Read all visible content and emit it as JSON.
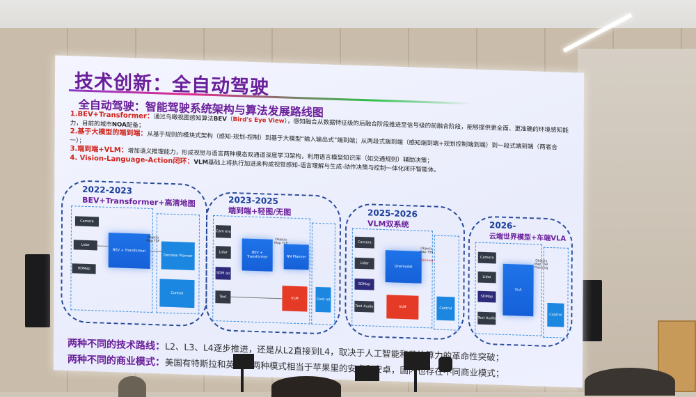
{
  "slide": {
    "title": "技术创新：全自动驾驶",
    "subtitle": "全自动驾驶：智能驾驶系统架构与算法发展路线图",
    "items": [
      {
        "label": "1.BEV+Transformer：",
        "text_a": "通过鸟瞰视图感知算法",
        "bold": "BEV",
        "paren_open": "（",
        "bev_full": "Bird's Eye View",
        "text_b": "），感知融合从数据特征级的后融合阶段推进至信号级的前融合阶段，能够提供更全面、更准确的环境感知能力，目前的城市",
        "noa": "NOA",
        "text_c": "配备；"
      },
      {
        "label": "2.基于大模型的端到端：",
        "text": "从基于规则的模块式架构（感知-规划-控制）到基于大模型“输入输出式”端到端；从两段式端到端（感知端到端+规划控制端到端）到一段式端到端（两者合一）；"
      },
      {
        "label": "3.端到端+VLM：",
        "text": "增加语义推理能力，形成视觉与语言两种模态双通道深度学习架构，利用语言模型知识库（如交通规则）辅助决策；"
      },
      {
        "label": "4. Vision-Language-Action闭环：",
        "bold": "VLM",
        "text": "基础上将执行加进来构成视觉感知-语言理解与生成-动作决策与控制一体化闭环智能体。"
      }
    ],
    "panels": [
      {
        "years": "2022-2023",
        "name": "BEV+Transformer+高清地图",
        "inputs": [
          "Camera",
          "Lidar",
          "HDMap"
        ],
        "core": "BEV + Transformer",
        "outputs": "Objects Map TSF",
        "planner": "Decision Planner",
        "control": "Control"
      },
      {
        "years": "2023-2025",
        "name": "端到端+轻图/无图",
        "inputs": [
          "Cam era",
          "Lidar",
          "SDM ap",
          "Text"
        ],
        "core": "BEV + Transformer",
        "outputs": "Objects Map TLR",
        "planner": "NN Planner",
        "vlm": "VLM",
        "control": "Cont rol"
      },
      {
        "years": "2025-2026",
        "name": "VLM双系统",
        "inputs": [
          "Camera",
          "Lidar",
          "SDMap",
          "Text Audio"
        ],
        "core": "Onemodel",
        "outputs": "Objects Map TSR",
        "planning": "Planning",
        "vlm": "VLM",
        "control": "Control"
      },
      {
        "years": "2026-",
        "name": "云端世界模型+车端VLA",
        "inputs": [
          "Camera",
          "Lidar",
          "SDMap",
          "Text Audio"
        ],
        "core": "VLA",
        "outputs": "Objects Map TSR Planning",
        "control": "Control"
      }
    ],
    "bottom": [
      {
        "heading": "两种不同的技术路线：",
        "text": "L2、L3、L4逐步推进，还是从L2直接到L4，取决于人工智能和芯片算力的革命性突破；"
      },
      {
        "heading": "两种不同的商业模式：",
        "text": "美国有特斯拉和英伟达两种模式相当于苹果里的安卓和安卓，国内也存在不同商业模式；"
      }
    ]
  },
  "colors": {
    "title": "#6a1f9a",
    "label_red": "#d0241c",
    "diagram_blue": "#1f73e8",
    "vlm_red": "#e53a25"
  }
}
